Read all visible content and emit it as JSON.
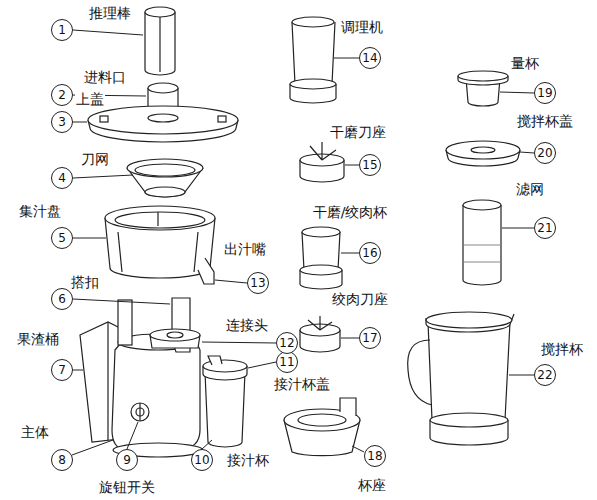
{
  "diagram": {
    "nodes": [
      {
        "text": [
          "1"
        ]
      },
      {
        "text": [
          "2"
        ]
      },
      {
        "text": [
          "3"
        ]
      },
      {
        "text": [
          "4"
        ]
      },
      {
        "text": [
          "5"
        ]
      },
      {
        "text": [
          "6"
        ]
      },
      {
        "text": [
          "7"
        ]
      },
      {
        "text": [
          "8"
        ]
      },
      {
        "text": [
          "9"
        ]
      },
      {
        "text": [
          "10"
        ]
      },
      {
        "text": [
          "11"
        ]
      },
      {
        "text": [
          "12"
        ]
      },
      {
        "text": [
          "13"
        ]
      },
      {
        "text": [
          "14"
        ]
      },
      {
        "text": [
          "15"
        ]
      },
      {
        "text": [
          "16"
        ]
      },
      {
        "text": [
          "17"
        ]
      },
      {
        "text": [
          "18"
        ]
      },
      {
        "text": [
          "19"
        ]
      },
      {
        "text": [
          "20"
        ]
      },
      {
        "text": [
          "21"
        ]
      },
      {
        "text": [
          "22"
        ]
      }
    ],
    "labels": [
      "推理棒",
      "进料口",
      "上盖",
      "刀网",
      "集汁盘",
      "搭扣",
      "果渣桶",
      "主体",
      "旋钮开关",
      "接汁杯",
      "接汁杯盖",
      "连接头",
      "出汁嘴",
      "调理机",
      "干磨刀座",
      "干磨/绞肉杯",
      "绞肉刀座",
      "杯座",
      "量杯",
      "搅拌杯盖",
      "滤网",
      "搅拌杯"
    ]
  }
}
